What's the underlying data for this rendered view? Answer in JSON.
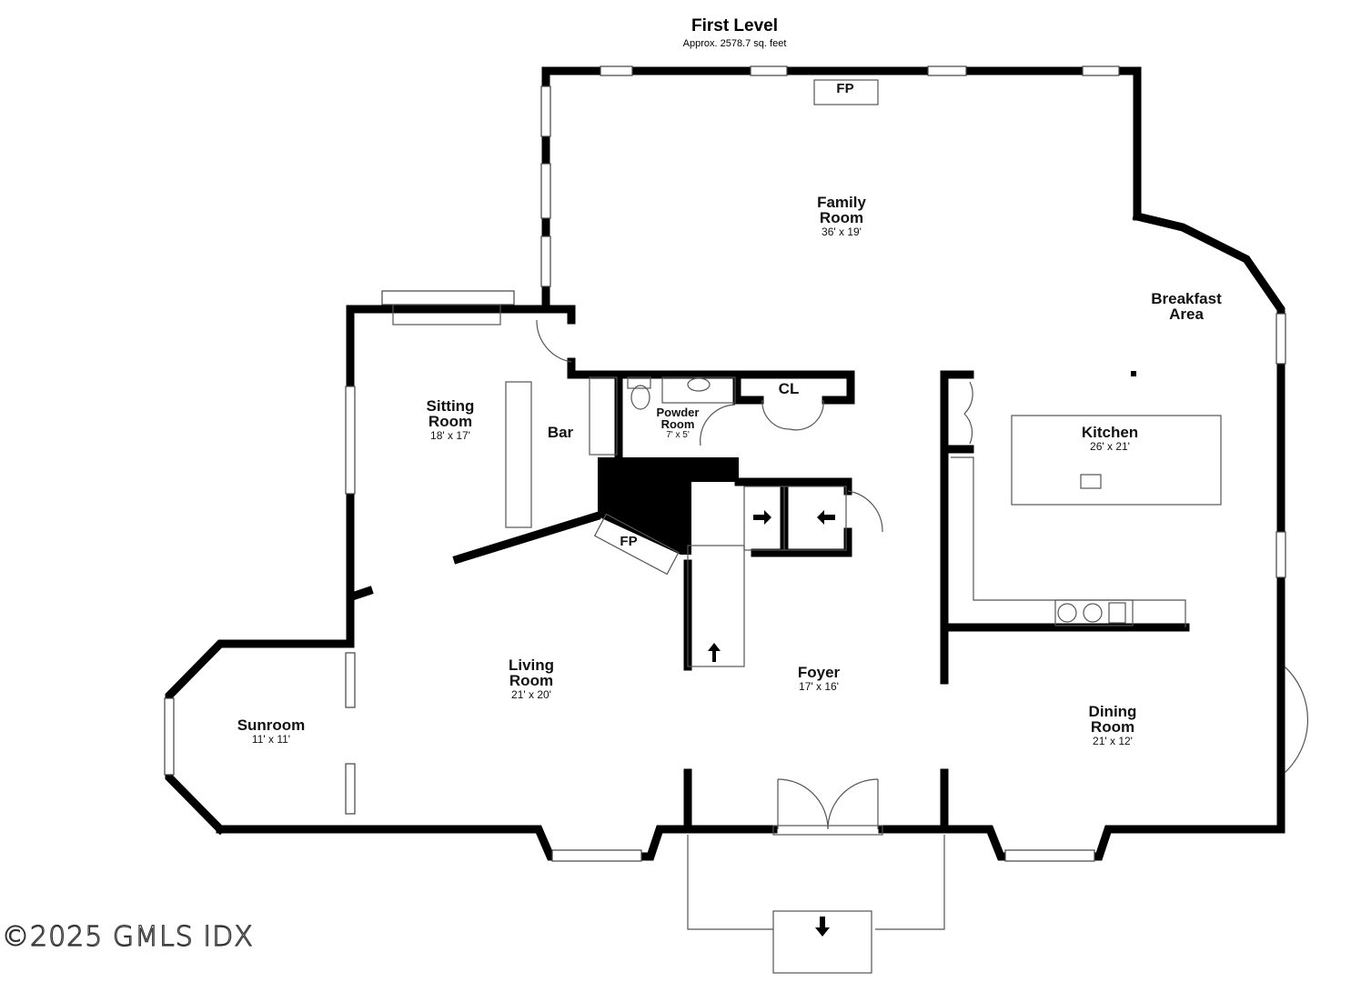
{
  "header": {
    "title": "First Level",
    "subtitle": "Approx. 2578.7 sq. feet"
  },
  "rooms": [
    {
      "name": "Family Room",
      "line1": "Family",
      "line2": "Room",
      "dims": "36' x 19'"
    },
    {
      "name": "Breakfast Area",
      "line1": "Breakfast",
      "line2": "Area",
      "dims": ""
    },
    {
      "name": "Sitting Room",
      "line1": "Sitting",
      "line2": "Room",
      "dims": "18' x 17'"
    },
    {
      "name": "Bar",
      "line1": "Bar",
      "line2": "",
      "dims": ""
    },
    {
      "name": "Powder Room",
      "line1": "Powder",
      "line2": "Room",
      "dims": "7' x 5'"
    },
    {
      "name": "CL",
      "line1": "CL",
      "line2": "",
      "dims": ""
    },
    {
      "name": "Kitchen",
      "line1": "Kitchen",
      "line2": "",
      "dims": "26' x 21'"
    },
    {
      "name": "Living Room",
      "line1": "Living",
      "line2": "Room",
      "dims": "21' x 20'"
    },
    {
      "name": "Foyer",
      "line1": "Foyer",
      "line2": "",
      "dims": "17' x 16'"
    },
    {
      "name": "Sunroom",
      "line1": "Sunroom",
      "line2": "",
      "dims": "11' x 11'"
    },
    {
      "name": "Dining Room",
      "line1": "Dining",
      "line2": "Room",
      "dims": "21' x 12'"
    }
  ],
  "fixtures": {
    "fireplace_top": "FP",
    "fireplace_living": "FP"
  },
  "footer": {
    "copyright": "©2025 GMLS IDX"
  },
  "colors": {
    "wall": "#000000",
    "line": "#555555",
    "background": "#ffffff"
  }
}
